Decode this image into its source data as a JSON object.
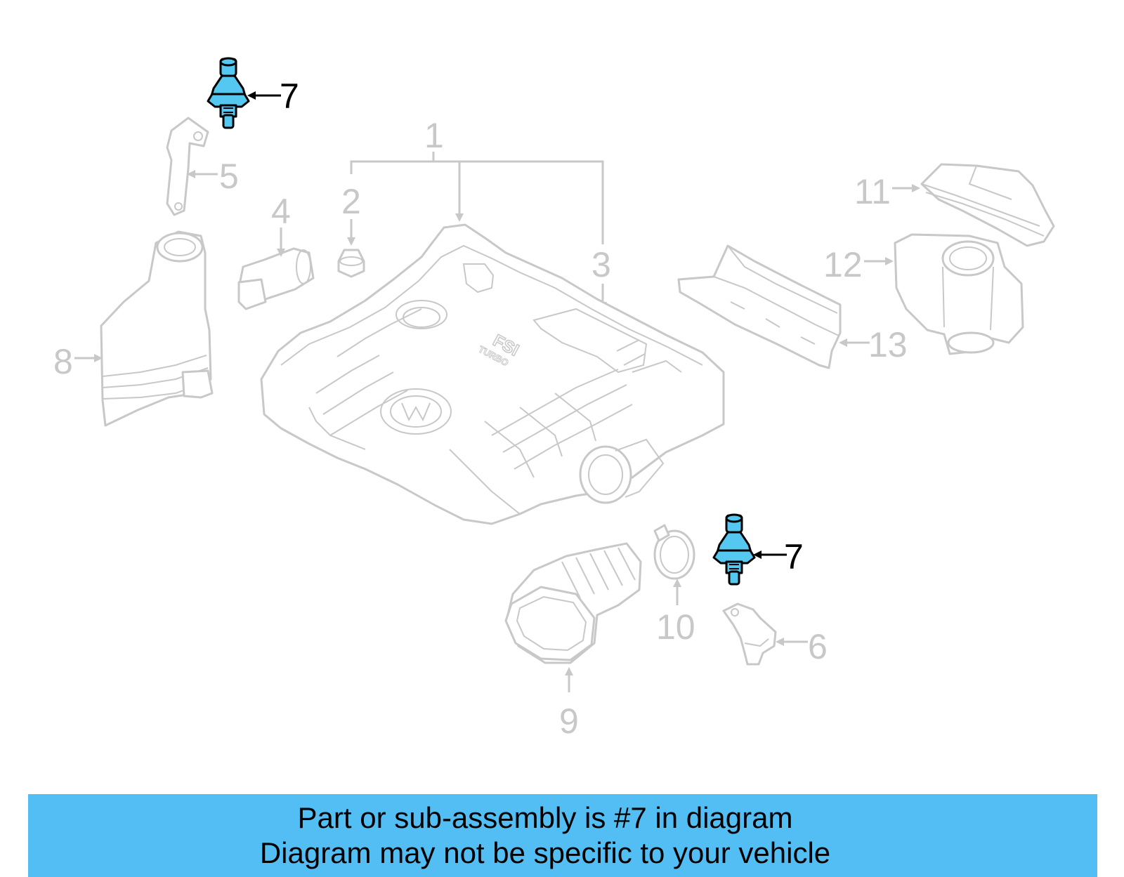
{
  "callouts": {
    "c1": "1",
    "c2": "2",
    "c3": "3",
    "c4": "4",
    "c5": "5",
    "c6": "6",
    "c7a": "7",
    "c7b": "7",
    "c8": "8",
    "c9": "9",
    "c10": "10",
    "c11": "11",
    "c12": "12",
    "c13": "13"
  },
  "engine_cover": {
    "badge": "FSI",
    "badge_sub": "TURBO"
  },
  "banner": {
    "line1": "Part or sub-assembly is #7 in diagram",
    "line2": "Diagram may not be specific to your vehicle"
  },
  "colors": {
    "highlight_part": "#54c8f0",
    "banner_bg": "#52bef3",
    "inactive_line": "#c8c8c8"
  }
}
